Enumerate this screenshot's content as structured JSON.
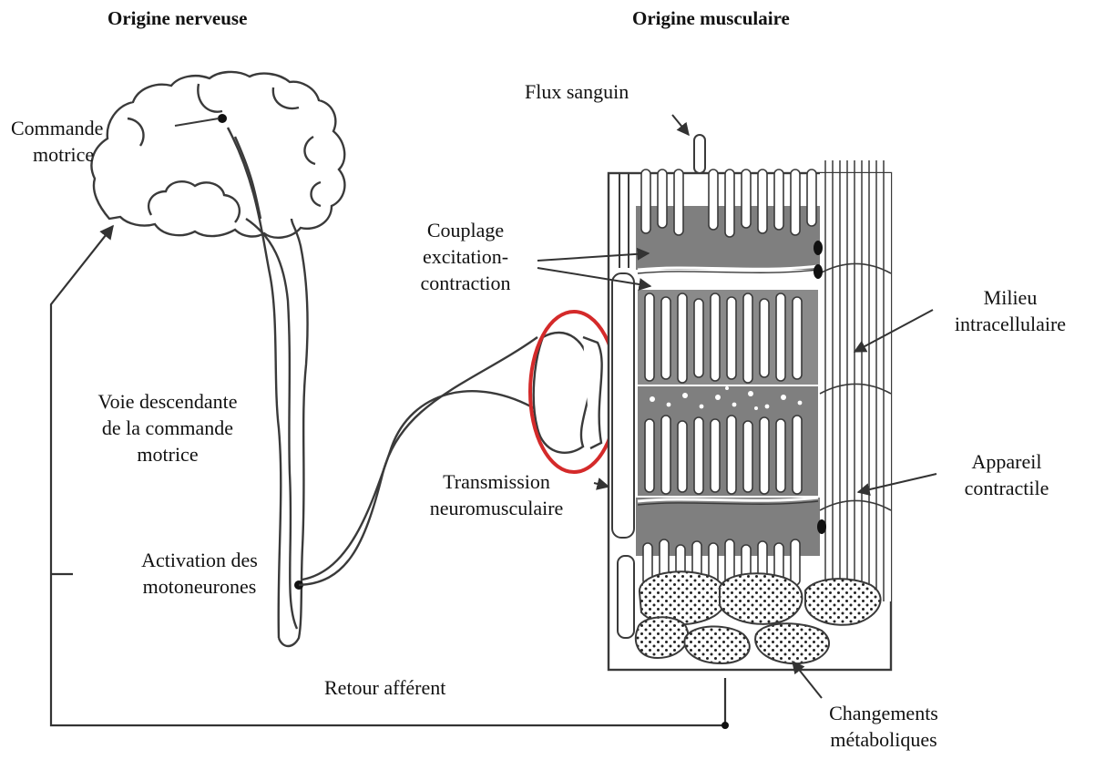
{
  "headers": {
    "nervous": "Origine nerveuse",
    "muscular": "Origine musculaire"
  },
  "labels": {
    "motor_command": [
      "Commande",
      "motrice"
    ],
    "descending_pathway": [
      "Voie descendante",
      "de la commande",
      "motrice"
    ],
    "motoneuron_activation": [
      "Activation des",
      "motoneurones"
    ],
    "afferent_feedback": "Retour afférent",
    "blood_flow": "Flux sanguin",
    "ec_coupling": [
      "Couplage",
      "excitation-",
      "contraction"
    ],
    "neuromuscular_transmission": [
      "Transmission",
      "neuromusculaire"
    ],
    "intracellular_medium": [
      "Milieu",
      "intracellulaire"
    ],
    "contractile_apparatus": [
      "Appareil",
      "contractile"
    ],
    "metabolic_changes": [
      "Changements",
      "métaboliques"
    ]
  },
  "colors": {
    "line": "#3a3a3a",
    "tissue_shade": "#7f7f7f",
    "highlight": "#d42a2a"
  }
}
